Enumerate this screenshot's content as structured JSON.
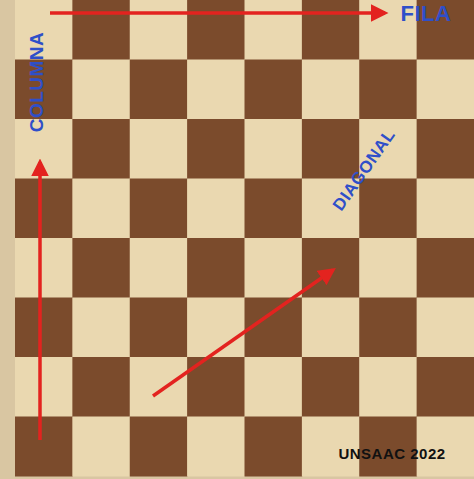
{
  "diagram": {
    "labels": [
      "COLUMNA",
      "FILA",
      "DIAGONAL",
      "UNSAAC 2022"
    ]
  }
}
